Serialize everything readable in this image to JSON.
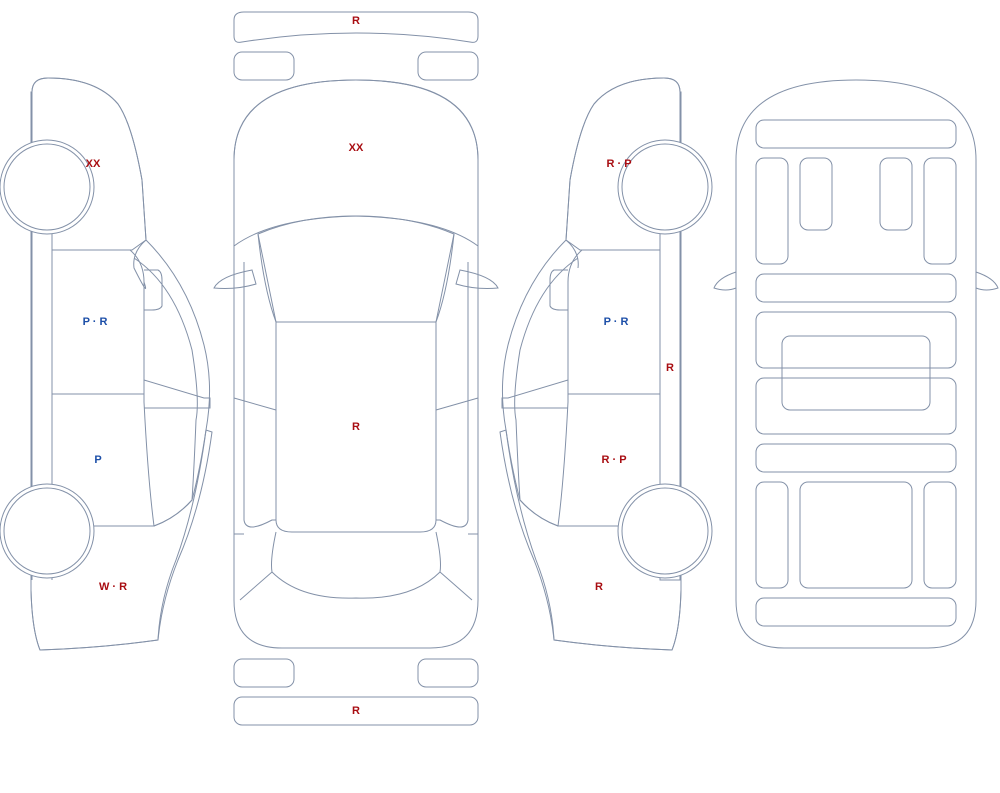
{
  "colors": {
    "damage_fill": "#ffe1df",
    "outline": "#8391a8",
    "label_red": "#a80d12",
    "label_blue": "#1d4fa8"
  },
  "diagram": {
    "front_bumper": {
      "label": "R",
      "damaged": true,
      "label_color": "red"
    },
    "hood": {
      "label": "XX",
      "damaged": true,
      "label_color": "red"
    },
    "roof": {
      "label": "R",
      "damaged": true,
      "label_color": "red"
    },
    "rear_bumper": {
      "label": "R",
      "damaged": true,
      "label_color": "red"
    },
    "left_front_fender": {
      "label": "XX",
      "damaged": true,
      "label_color": "red"
    },
    "left_front_door": {
      "label": "P · R",
      "damaged": true,
      "label_color": "blue"
    },
    "left_rear_door": {
      "label": "P",
      "damaged": true,
      "label_color": "blue"
    },
    "left_rear_quarter": {
      "label": "W · R",
      "damaged": true,
      "label_color": "red"
    },
    "right_front_fender": {
      "label": "R · P",
      "damaged": true,
      "label_color": "red"
    },
    "right_front_door": {
      "label": "P · R",
      "damaged": true,
      "label_color": "blue"
    },
    "right_rear_door": {
      "label": "R · P",
      "damaged": true,
      "label_color": "red"
    },
    "right_rocker": {
      "label": "R",
      "damaged": true,
      "label_color": "red"
    },
    "right_rear_quarter": {
      "label": "R",
      "damaged": true,
      "label_color": "red"
    }
  }
}
